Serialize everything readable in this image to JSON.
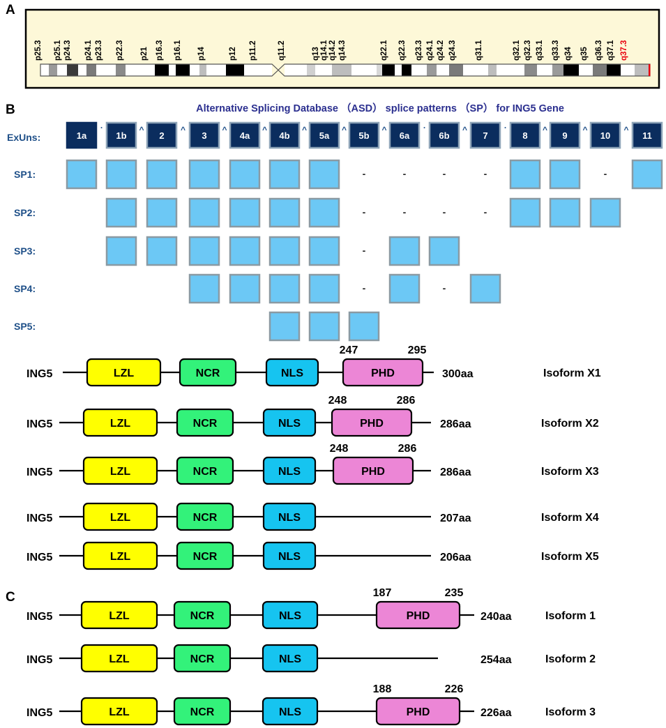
{
  "panels": {
    "a": "A",
    "b": "B",
    "c": "C"
  },
  "colors": {
    "ideogram_bg": "#fdf8d8",
    "band_text_highlight": "#e8000d",
    "exon_fill": "#0b2d5e",
    "exon_border": "#8ea4b8",
    "sp_fill": "#6cc8f5",
    "sp_border": "#8a9aa3",
    "header_text": "#2b2f8f",
    "row_label": "#1e4f88",
    "lzl": "#ffff00",
    "ncr": "#33f27a",
    "nls": "#16c4f0",
    "phd": "#ec86d6"
  },
  "ideogram": {
    "bands": [
      "p25.3",
      "p25.1",
      "p24.3",
      "p24.1",
      "p23.3",
      "p22.3",
      "p21",
      "p16.3",
      "p16.1",
      "p14",
      "p12",
      "p11.2",
      "q11.2",
      "q13",
      "q14.1",
      "q14.2",
      "q14.3",
      "q22.1",
      "q22.3",
      "q23.3",
      "q24.1",
      "q24.2",
      "q24.3",
      "q31.1",
      "q32.1",
      "q32.3",
      "q33.1",
      "q33.3",
      "q34",
      "q35",
      "q36.3",
      "q37.1",
      "q37.3"
    ],
    "highlight_band": "q37.3"
  },
  "asd": {
    "title": "Alternative Splicing Database （ASD） splice patterns （SP） for ING5 Gene",
    "exons_label": "ExUns:",
    "exons": [
      "1a",
      "1b",
      "2",
      "3",
      "4a",
      "4b",
      "5a",
      "5b",
      "6a",
      "6b",
      "7",
      "8",
      "9",
      "10",
      "11"
    ],
    "separators": [
      ".",
      "^",
      "^",
      "^",
      "^",
      "^",
      "^",
      "^",
      ".",
      "^",
      ".",
      "^",
      "^",
      "^"
    ],
    "dash": "-",
    "patterns": [
      {
        "label": "SP1:",
        "present": [
          1,
          1,
          1,
          1,
          1,
          1,
          1,
          0,
          0,
          0,
          0,
          1,
          1,
          0,
          1
        ],
        "dashed": [
          0,
          0,
          0,
          0,
          0,
          0,
          0,
          1,
          1,
          1,
          1,
          0,
          0,
          1,
          0
        ]
      },
      {
        "label": "SP2:",
        "present": [
          0,
          1,
          1,
          1,
          1,
          1,
          1,
          0,
          0,
          0,
          0,
          1,
          1,
          1,
          0
        ],
        "dashed": [
          0,
          0,
          0,
          0,
          0,
          0,
          0,
          1,
          1,
          1,
          1,
          0,
          0,
          0,
          0
        ]
      },
      {
        "label": "SP3:",
        "present": [
          0,
          1,
          1,
          1,
          1,
          1,
          1,
          0,
          1,
          1,
          0,
          0,
          0,
          0,
          0
        ],
        "dashed": [
          0,
          0,
          0,
          0,
          0,
          0,
          0,
          1,
          0,
          0,
          0,
          0,
          0,
          0,
          0
        ]
      },
      {
        "label": "SP4:",
        "present": [
          0,
          0,
          0,
          1,
          1,
          1,
          1,
          0,
          1,
          0,
          1,
          0,
          0,
          0,
          0
        ],
        "dashed": [
          0,
          0,
          0,
          0,
          0,
          0,
          0,
          1,
          0,
          1,
          0,
          0,
          0,
          0,
          0
        ]
      },
      {
        "label": "SP5:",
        "present": [
          0,
          0,
          0,
          0,
          0,
          1,
          1,
          1,
          0,
          0,
          0,
          0,
          0,
          0,
          0
        ],
        "dashed": [
          0,
          0,
          0,
          0,
          0,
          0,
          0,
          0,
          0,
          0,
          0,
          0,
          0,
          0,
          0
        ]
      }
    ]
  },
  "domain_labels": {
    "lzl": "LZL",
    "ncr": "NCR",
    "nls": "NLS",
    "phd": "PHD"
  },
  "isoforms_b": [
    {
      "gene": "ING5",
      "length": "300aa",
      "name": "Isoform X1",
      "phd_start": "247",
      "phd_end": "295"
    },
    {
      "gene": "ING5",
      "length": "286aa",
      "name": "Isoform X2",
      "phd_start": "248",
      "phd_end": "286"
    },
    {
      "gene": "ING5",
      "length": "286aa",
      "name": "Isoform X3",
      "phd_start": "248",
      "phd_end": "286"
    },
    {
      "gene": "ING5",
      "length": "207aa",
      "name": "Isoform X4"
    },
    {
      "gene": "ING5",
      "length": "206aa",
      "name": "Isoform X5"
    }
  ],
  "isoforms_c": [
    {
      "gene": "ING5",
      "length": "240aa",
      "name": "Isoform 1",
      "phd_start": "187",
      "phd_end": "235"
    },
    {
      "gene": "ING5",
      "length": "254aa",
      "name": "Isoform 2"
    },
    {
      "gene": "ING5",
      "length": "226aa",
      "name": "Isoform 3",
      "phd_start": "188",
      "phd_end": "226"
    }
  ]
}
